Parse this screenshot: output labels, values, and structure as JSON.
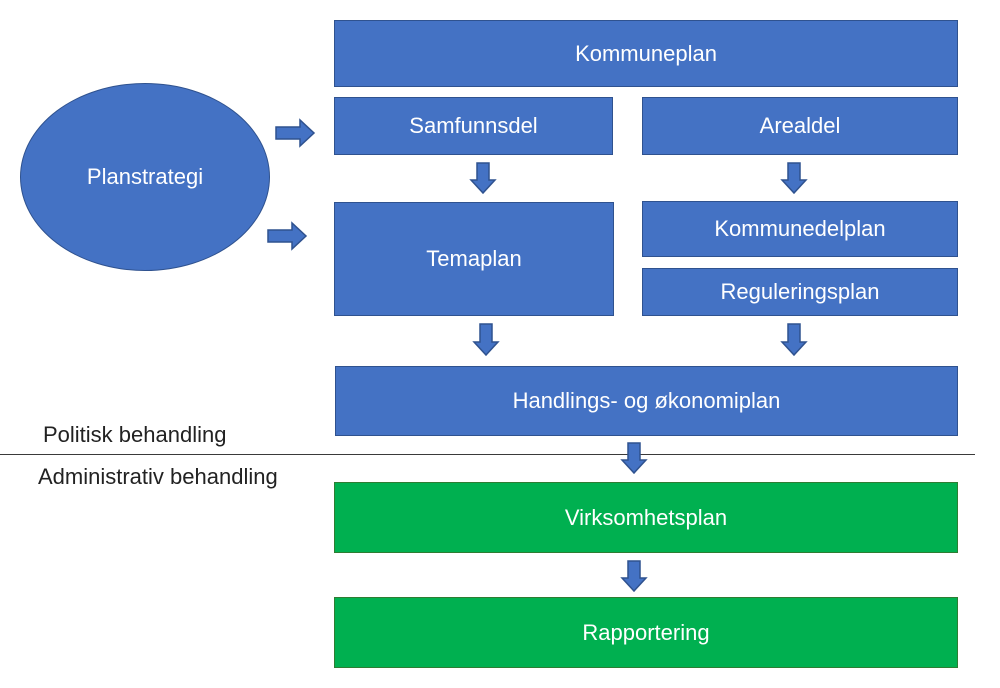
{
  "diagram": {
    "planstrategi": "Planstrategi",
    "kommuneplan": "Kommuneplan",
    "samfunnsdel": "Samfunnsdel",
    "arealdel": "Arealdel",
    "temaplan": "Temaplan",
    "kommunedelplan": "Kommunedelplan",
    "reguleringsplan": "Reguleringsplan",
    "handlingsplan": "Handlings- og økonomiplan",
    "virksomhetsplan": "Virksomhetsplan",
    "rapportering": "Rapportering",
    "politisk": "Politisk behandling",
    "administrativ": "Administrativ behandling"
  },
  "colors": {
    "blue_fill": "#4472c4",
    "green_fill": "#00b050"
  }
}
